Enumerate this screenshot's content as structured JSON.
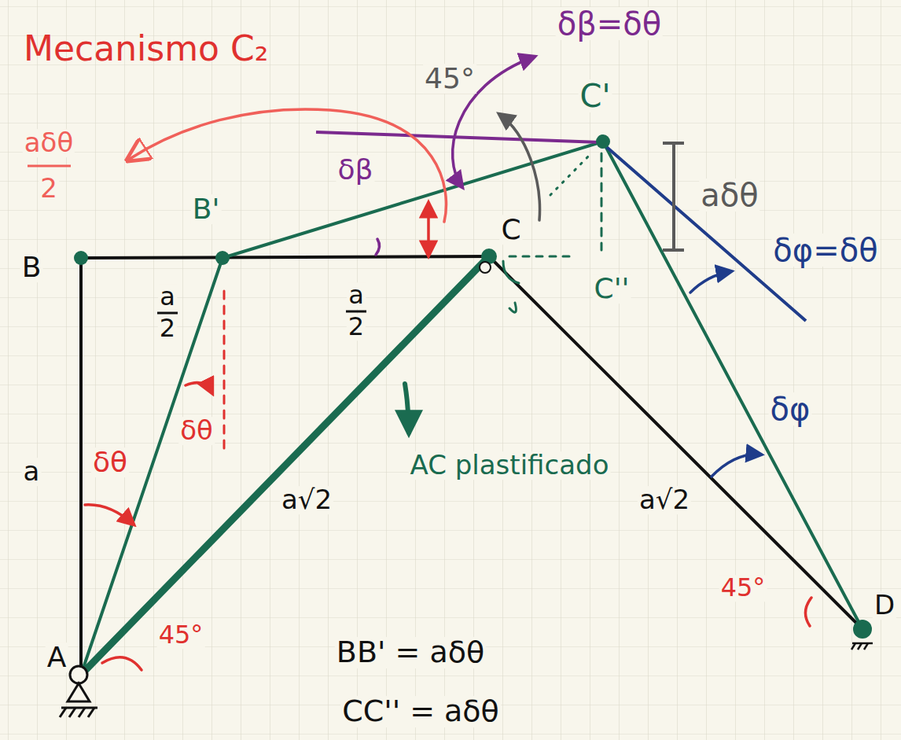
{
  "diagram": {
    "title": "Mecanismo C₂",
    "labels": [
      "δβ=δθ",
      "45°",
      "C'",
      "aδθ",
      "2",
      "δβ",
      "B'",
      "B",
      "C",
      "aδθ",
      "δφ=δθ",
      "C''",
      "a",
      "2",
      "a",
      "2",
      "δθ",
      "a",
      "δθ",
      "AC plastificado",
      "a√2",
      "a√2",
      "δφ",
      "45°",
      "45°",
      "A",
      "D",
      "BB' = aδθ",
      "CC'' = aδθ"
    ]
  }
}
